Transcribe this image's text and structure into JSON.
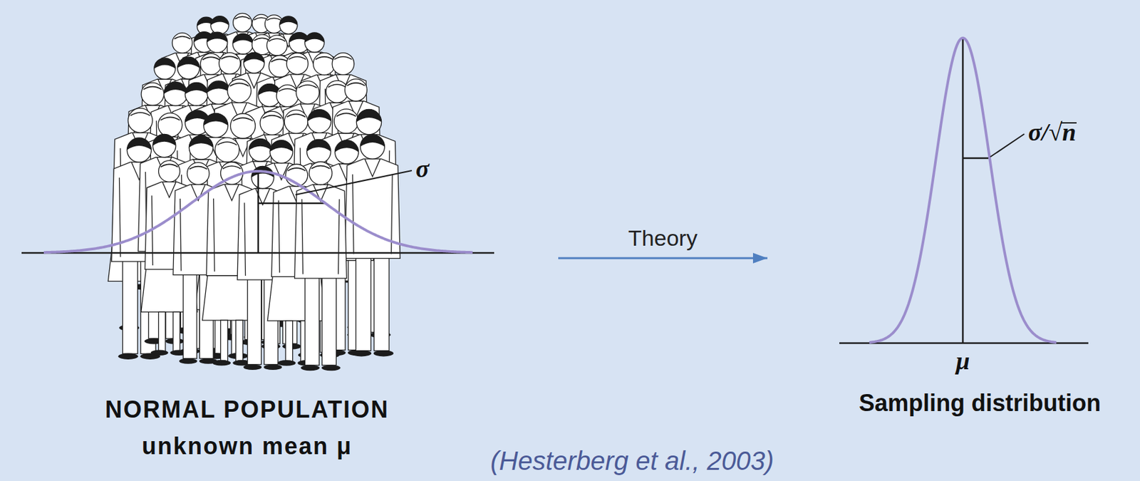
{
  "diagram": {
    "caption": "(Hesterberg et al., 2003)",
    "nodes": [
      {
        "text": [
          "NORMAL POPULATION",
          "unknown mean μ"
        ]
      },
      {
        "text": [
          "Sampling distribution"
        ]
      }
    ],
    "edges": [
      {
        "from": 0,
        "to": 1,
        "arrow": "to",
        "label": "Theory"
      }
    ],
    "labels": [
      "σ",
      "σ/√n",
      "μ"
    ]
  }
}
